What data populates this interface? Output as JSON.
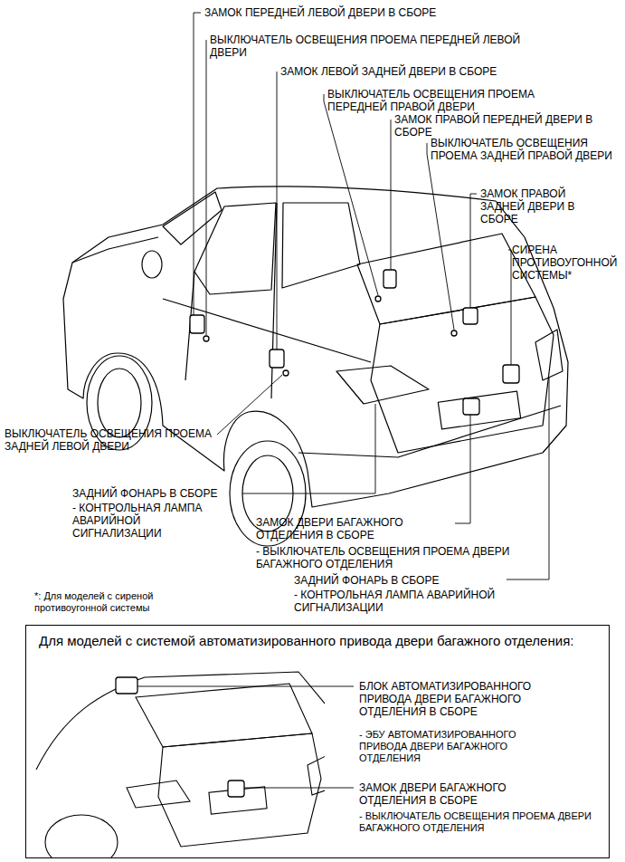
{
  "diagram": {
    "nodes": [
      {
        "text": [
          "Для моделей с системой автоматизированного привода двери багажного отделения:"
        ]
      }
    ],
    "labels": [
      "ЗАМОК ПЕРЕДНЕЙ ЛЕВОЙ ДВЕРИ В СБОРЕ",
      "ВЫКЛЮЧАТЕЛЬ ОСВЕЩЕНИЯ ПРОЕМА ПЕРЕДНЕЙ ЛЕВОЙ ДВЕРИ",
      "ЗАМОК ЛЕВОЙ ЗАДНЕЙ ДВЕРИ В СБОРЕ",
      "ВЫКЛЮЧАТЕЛЬ ОСВЕЩЕНИЯ ПРОЕМА ПЕРЕДНЕЙ ПРАВОЙ ДВЕРИ",
      "ЗАМОК ПРАВОЙ ПЕРЕДНЕЙ ДВЕРИ В СБОРЕ",
      "ВЫКЛЮЧАТЕЛЬ ОСВЕЩЕНИЯ ПРОЕМА ЗАДНЕЙ ПРАВОЙ ДВЕРИ",
      "ЗАМОК ПРАВОЙ ЗАДНЕЙ ДВЕРИ В СБОРЕ",
      "СИРЕНА ПРОТИВОУГОННОЙ СИСТЕМЫ*",
      "ВЫКЛЮЧАТЕЛЬ ОСВЕЩЕНИЯ ПРОЕМА ЗАДНЕЙ ЛЕВОЙ ДВЕРИ",
      "ЗАДНИЙ ФОНАРЬ В СБОРЕ",
      "- КОНТРОЛЬНАЯ ЛАМПА АВАРИЙНОЙ СИГНАЛИЗАЦИИ",
      "ЗАМОК ДВЕРИ БАГАЖНОГО ОТДЕЛЕНИЯ В СБОРЕ",
      "- ВЫКЛЮЧАТЕЛЬ ОСВЕЩЕНИЯ ПРОЕМА ДВЕРИ БАГАЖНОГО ОТДЕЛЕНИЯ",
      "ЗАДНИЙ ФОНАРЬ В СБОРЕ",
      "- КОНТРОЛЬНАЯ ЛАМПА АВАРИЙНОЙ СИГНАЛИЗАЦИИ",
      "*: Для моделей с сиреной противоугонной системы",
      "БЛОК АВТОМАТИЗИРОВАННОГО ПРИВОДА ДВЕРИ БАГАЖНОГО ОТДЕЛЕНИЯ В СБОРЕ",
      "- ЭБУ АВТОМАТИЗИРОВАННОГО ПРИВОДА ДВЕРИ БАГАЖНОГО ОТДЕЛЕНИЯ",
      "ЗАМОК ДВЕРИ БАГАЖНОГО ОТДЕЛЕНИЯ В СБОРЕ",
      "- ВЫКЛЮЧАТЕЛЬ ОСВЕЩЕНИЯ ПРОЕМА ДВЕРИ БАГАЖНОГО ОТДЕЛЕНИЯ"
    ]
  }
}
